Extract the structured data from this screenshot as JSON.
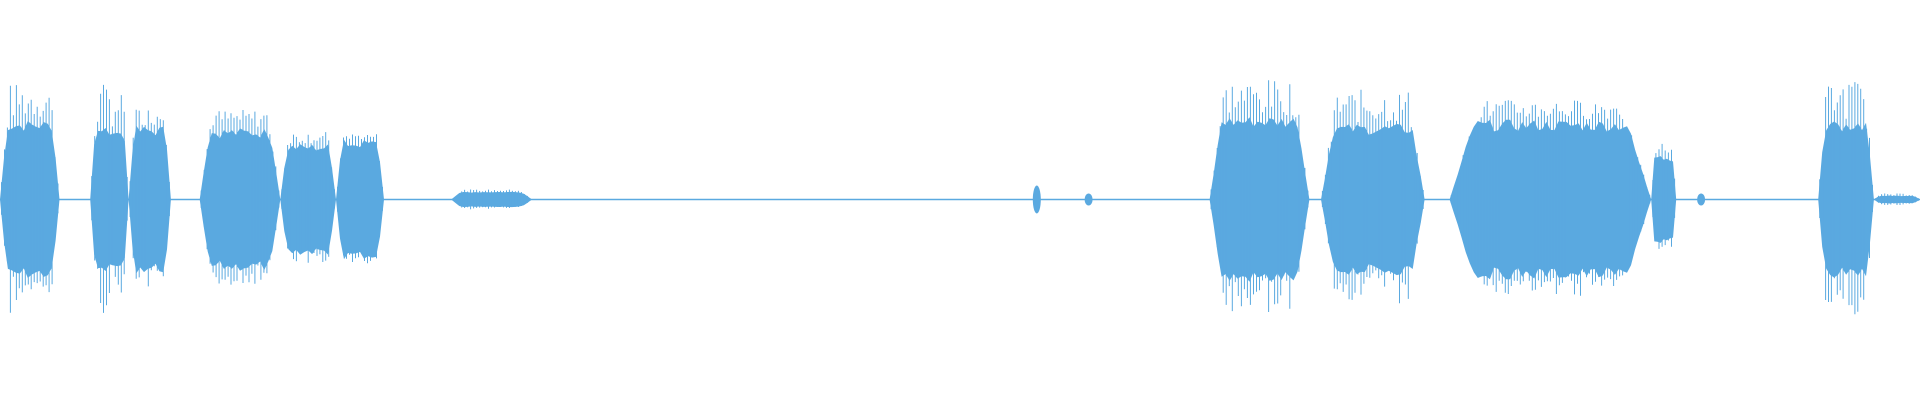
{
  "waveform": {
    "color": "#5aa9e0",
    "background": "#ffffff",
    "segments": [
      {
        "start": 0.0,
        "end": 0.031,
        "peak": 0.58,
        "body": 0.4
      },
      {
        "start": 0.047,
        "end": 0.067,
        "peak": 0.58,
        "body": 0.36
      },
      {
        "start": 0.067,
        "end": 0.089,
        "peak": 0.46,
        "body": 0.37
      },
      {
        "start": 0.104,
        "end": 0.146,
        "peak": 0.45,
        "body": 0.36
      },
      {
        "start": 0.146,
        "end": 0.175,
        "peak": 0.34,
        "body": 0.28
      },
      {
        "start": 0.175,
        "end": 0.2,
        "peak": 0.33,
        "body": 0.3
      },
      {
        "start": 0.235,
        "end": 0.277,
        "peak": 0.05,
        "body": 0.04
      },
      {
        "start": 0.63,
        "end": 0.682,
        "peak": 0.6,
        "body": 0.42
      },
      {
        "start": 0.688,
        "end": 0.742,
        "peak": 0.55,
        "body": 0.38
      },
      {
        "start": 0.755,
        "end": 0.86,
        "peak": 0.5,
        "body": 0.4
      },
      {
        "start": 0.86,
        "end": 0.873,
        "peak": 0.28,
        "body": 0.22
      },
      {
        "start": 0.947,
        "end": 0.976,
        "peak": 0.6,
        "body": 0.4
      },
      {
        "start": 0.976,
        "end": 1.0,
        "peak": 0.03,
        "body": 0.02
      }
    ],
    "blips": [
      {
        "at": 0.54,
        "peak": 0.07
      },
      {
        "at": 0.567,
        "peak": 0.03
      },
      {
        "at": 0.886,
        "peak": 0.03
      }
    ]
  }
}
